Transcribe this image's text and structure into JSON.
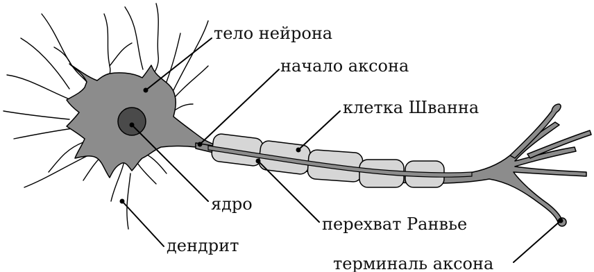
{
  "colors": {
    "cell_body": "#8c8c8c",
    "nucleus": "#4a4a4a",
    "myelin": "#d6d6d6",
    "axon": "#8c8c8c",
    "line": "#000000"
  },
  "labels": {
    "cell_body": "тело нейрона",
    "axon_hillock": "начало аксона",
    "schwann_cell": "клетка Шванна",
    "nucleus": "ядро",
    "node_of_ranvier": "перехват Ранвье",
    "dendrite": "дендрит",
    "axon_terminal": "терминаль аксона"
  }
}
